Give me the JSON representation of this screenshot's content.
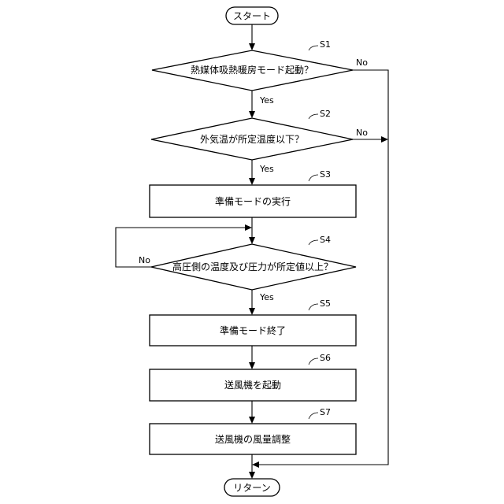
{
  "nodes": {
    "start": "スタート",
    "s1": "熱媒体吸熱暖房モード起動？",
    "s2": "外気温が所定温度以下？",
    "s3": "準備モードの実行",
    "s4": "高圧側の温度及び圧力が所定値以上？",
    "s5": "準備モード終了",
    "s6": "送風機を起動",
    "s7": "送風機の風量調整",
    "end": "リターン"
  },
  "step_labels": {
    "s1": "S1",
    "s2": "S2",
    "s3": "S3",
    "s4": "S4",
    "s5": "S5",
    "s6": "S6",
    "s7": "S7"
  },
  "edge_labels": {
    "s1_yes": "Yes",
    "s1_no": "No",
    "s2_yes": "Yes",
    "s2_no": "No",
    "s4_yes": "Yes",
    "s4_no": "No"
  }
}
